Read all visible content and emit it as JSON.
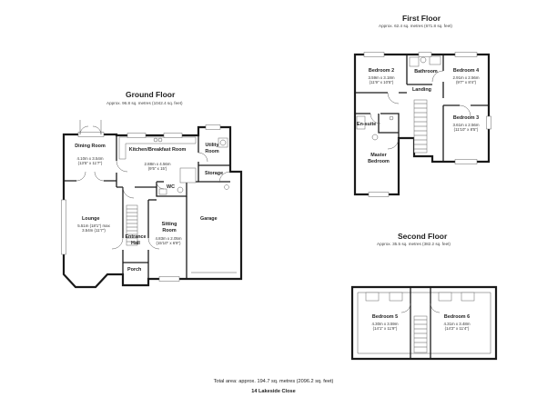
{
  "ground_floor": {
    "title": "Ground Floor",
    "area": "Approx. 96.8 sq. metres (1042.4 sq. feet)",
    "rooms": {
      "dining": {
        "name": "Dining Room",
        "dims": "4.10m x 3.54m",
        "dims_ft": "(13'5\" x 11'7\")"
      },
      "kitchen": {
        "name": "Kitchen/Breakfast Room",
        "dims": "2.88m x 4.56m",
        "dims_ft": "(9'5\" x 15')"
      },
      "utility": {
        "name": "Utility Room"
      },
      "storage": {
        "name": "Storage"
      },
      "wc": {
        "name": "WC"
      },
      "lounge": {
        "name": "Lounge",
        "dims": "5.51m (18'1\") max",
        "dims2": "3.54m (11'7\")"
      },
      "hall": {
        "name": "Entrance Hall"
      },
      "sitting": {
        "name": "Sitting Room",
        "dims": "4.83m x 2.05m",
        "dims_ft": "(15'10\" x 6'9\")"
      },
      "garage": {
        "name": "Garage"
      },
      "porch": {
        "name": "Porch"
      }
    }
  },
  "first_floor": {
    "title": "First Floor",
    "area": "Approx. 62.4 sq. metres (671.8 sq. feet)",
    "rooms": {
      "bed2": {
        "name": "Bedroom 2",
        "dims": "3.59m x 3.18m",
        "dims_ft": "(11'9\" x 10'5\")"
      },
      "bathroom": {
        "name": "Bathroom"
      },
      "bed4": {
        "name": "Bedroom 4",
        "dims": "2.91m x 2.56m",
        "dims_ft": "(9'7\" x 8'4\")"
      },
      "landing": {
        "name": "Landing"
      },
      "bed3": {
        "name": "Bedroom 3",
        "dims": "3.61m x 2.56m",
        "dims_ft": "(11'10\" x 8'5\")"
      },
      "ensuite": {
        "name": "En-suite"
      },
      "master": {
        "name": "Master Bedroom"
      }
    }
  },
  "second_floor": {
    "title": "Second Floor",
    "area": "Approx. 35.5 sq. metres (382.2 sq. feet)",
    "rooms": {
      "bed5": {
        "name": "Bedroom 5",
        "dims": "4.30m x 3.59m",
        "dims_ft": "(14'1\" x 11'9\")"
      },
      "bed6": {
        "name": "Bedroom 6",
        "dims": "4.31m x 3.48m",
        "dims_ft": "(14'2\" x 11'4\")"
      }
    }
  },
  "footer": {
    "total": "Total area: approx. 194.7 sq. metres (2096.2 sq. feet)",
    "address": "14 Lakeside Close"
  }
}
